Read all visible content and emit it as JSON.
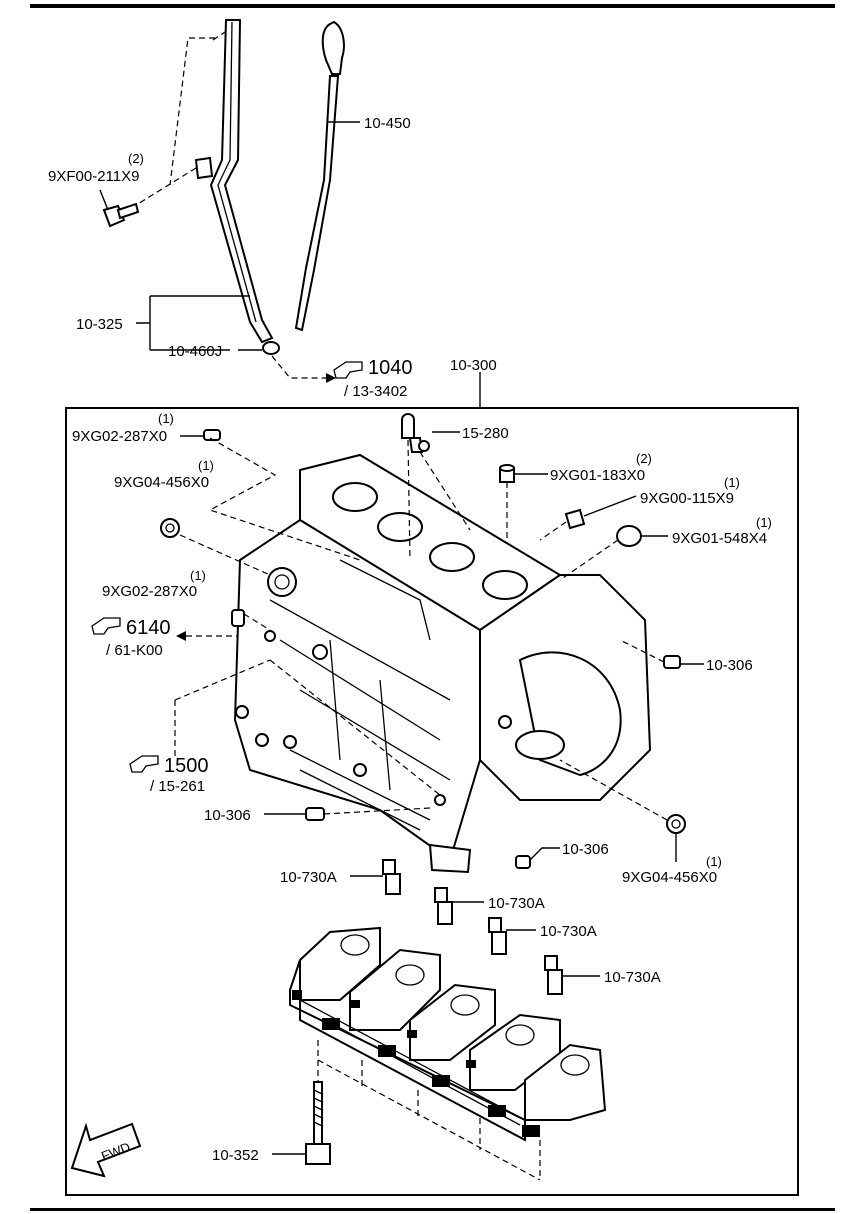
{
  "labels": {
    "dipstick": "10-450",
    "tube_bolt": "9XF00-211X9",
    "tube_bolt_qty": "(2)",
    "dipstick_tube": "10-325",
    "oring": "10-460J",
    "ref_1040": "1040",
    "ref_1040_sub": "/ 13-3402",
    "cylinder_block": "10-300",
    "fitting": "15-280",
    "pin_left_top": "9XG02-287X0",
    "pin_left_top_qty": "(1)",
    "plug_left": "9XG04-456X0",
    "plug_left_qty": "(1)",
    "dowel_top": "9XG01-183X0",
    "dowel_top_qty": "(2)",
    "pin_right": "9XG00-115X9",
    "pin_right_qty": "(1)",
    "cup_plug": "9XG01-548X4",
    "cup_plug_qty": "(1)",
    "pin_left_mid": "9XG02-287X0",
    "pin_left_mid_qty": "(1)",
    "ref_6140": "6140",
    "ref_6140_sub": "/ 61-K00",
    "dowel_right": "10-306",
    "ref_1500": "1500",
    "ref_1500_sub": "/ 15-261",
    "dowel_left": "10-306",
    "dowel_bottom": "10-306",
    "plug_right": "9XG04-456X0",
    "plug_right_qty": "(1)",
    "oil_jet_1": "10-730A",
    "oil_jet_2": "10-730A",
    "oil_jet_3": "10-730A",
    "oil_jet_4": "10-730A",
    "main_bolt": "10-352",
    "fwd": "FWD"
  },
  "icons": [
    "reference-hand-icon",
    "fwd-arrow-icon"
  ]
}
